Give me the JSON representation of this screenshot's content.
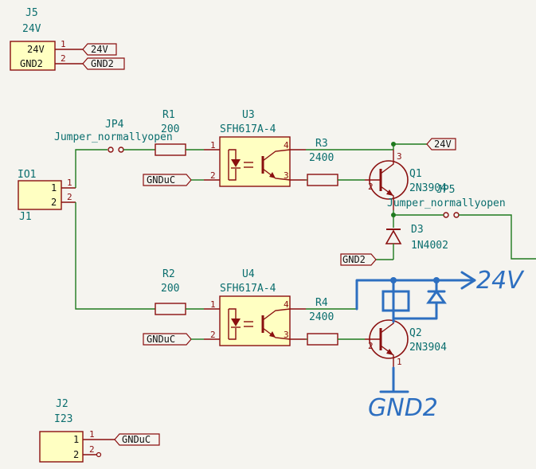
{
  "connectors": {
    "j5": {
      "ref": "J5",
      "value": "24V",
      "pin1_name": "24V",
      "pin2_name": "GND2",
      "pin1": "1",
      "pin2": "2"
    },
    "j1": {
      "ref": "IO1",
      "value": "J1",
      "pin1": "1",
      "pin2": "2"
    },
    "j2": {
      "ref": "J2",
      "value": "I23",
      "pin1": "1",
      "pin2": "2"
    }
  },
  "net_labels": {
    "v24": "24V",
    "gnd2": "GND2",
    "gnduc": "GNDuC"
  },
  "jumpers": {
    "jp4": {
      "ref": "JP4",
      "value": "Jumper_normallyopen"
    },
    "jp5": {
      "ref": "JP5",
      "value": "Jumper_normallyopen"
    }
  },
  "resistors": {
    "r1": {
      "ref": "R1",
      "value": "200"
    },
    "r2": {
      "ref": "R2",
      "value": "200"
    },
    "r3": {
      "ref": "R3",
      "value": "2400"
    },
    "r4": {
      "ref": "R4",
      "value": "2400"
    }
  },
  "optocouplers": {
    "u3": {
      "ref": "U3",
      "value": "SFH617A-4"
    },
    "u4": {
      "ref": "U4",
      "value": "SFH617A-4"
    }
  },
  "opto_pins": {
    "p1": "1",
    "p2": "2",
    "p3": "3",
    "p4": "4"
  },
  "transistors": {
    "q1": {
      "ref": "Q1",
      "value": "2N3904"
    },
    "q2": {
      "ref": "Q2",
      "value": "2N3904"
    }
  },
  "transistor_pins": {
    "b": "2",
    "c": "3",
    "e": "1"
  },
  "diode": {
    "ref": "D3",
    "value": "1N4002"
  },
  "handwritten": {
    "v24": "24V",
    "gnd2": "GND2"
  },
  "colors": {
    "wire": "#1e7a1e",
    "symbol": "#8a0f0f",
    "body": "#ffffc2",
    "annotation": "#2d6fc0",
    "ref_text": "#0a6e6e"
  }
}
